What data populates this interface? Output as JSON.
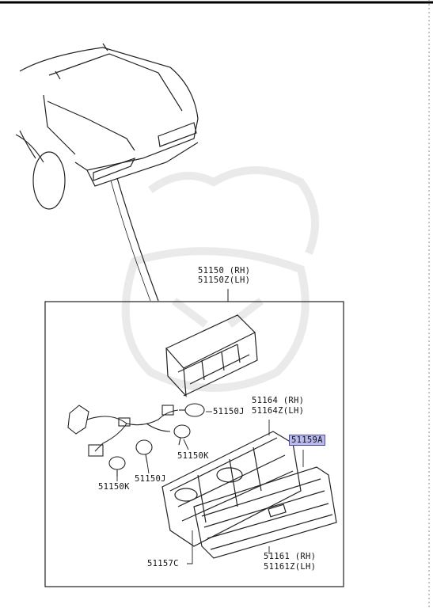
{
  "diagram": {
    "labels": {
      "assembly": [
        "51150 (RH)",
        "51150Z(LH)"
      ],
      "gasket": [
        "51164 (RH)",
        "51164Z(LH)"
      ],
      "highlight": "51159A",
      "bulb_j_right": "51150J",
      "bulb_k_right": "51150K",
      "bulb_j_left": "51150J",
      "bulb_k_left": "51150K",
      "housing": "51157C",
      "lens": [
        "51161 (RH)",
        "51161Z(LH)"
      ]
    }
  }
}
